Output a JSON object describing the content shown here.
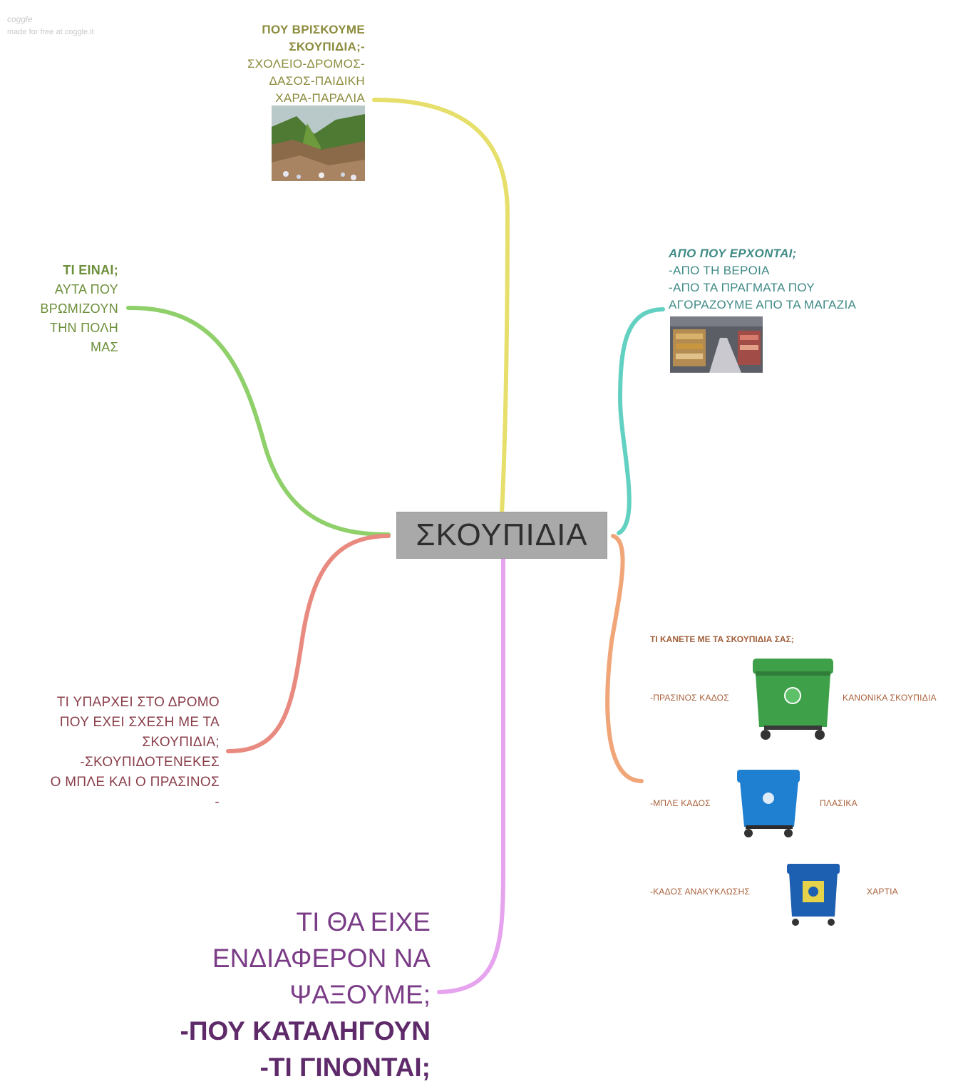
{
  "watermark": {
    "line1": "coggle",
    "line2": "made for free at coggle.it"
  },
  "center": {
    "label": "ΣΚΟΥΠΙΔΙΑ"
  },
  "colors": {
    "branch_top": "#e6df6b",
    "branch_left": "#8fd06a",
    "branch_right": "#62d1c2",
    "branch_lower_left": "#e98a80",
    "branch_lower_right": "#f0a679",
    "branch_bottom": "#e6a3ee"
  },
  "nodes": {
    "top": {
      "title": "ΠΟΥ ΒΡΙΣΚΟΥΜΕ ΣΚΟΥΠΙΔΙΑ;-",
      "lines": [
        "ΣΧΟΛΕΙΟ-ΔΡΟΜΟΣ-",
        "ΔΑΣΟΣ-ΠΑΙΔΙΚΗ",
        "ΧΑΡΑ-ΠΑΡΑΛΙΑ"
      ]
    },
    "left": {
      "title": "ΤΙ ΕΙΝΑΙ;",
      "lines": [
        "ΑΥΤΑ ΠΟΥ",
        "ΒΡΩΜΙΖΟΥΝ",
        "ΤΗΝ ΠΟΛΗ",
        "ΜΑΣ"
      ]
    },
    "right": {
      "title": "ΑΠΟ ΠΟΥ ΕΡΧΟΝΤΑΙ;",
      "lines": [
        "-ΑΠΟ ΤΗ ΒΕΡΟΙΑ",
        "-ΑΠΟ ΤΑ ΠΡΑΓΜΑΤΑ ΠΟΥ",
        "ΑΓΟΡΑΖΟΥΜΕ ΑΠΟ ΤΑ ΜΑΓΑΖΙΑ"
      ]
    },
    "lower_left": {
      "lines": [
        "ΤΙ ΥΠΑΡΧΕΙ ΣΤΟ ΔΡΟΜΟ",
        "ΠΟΥ ΕΧΕΙ ΣΧΕΣΗ ΜΕ ΤΑ",
        "ΣΚΟΥΠΙΔΙΑ;",
        "-ΣΚΟΥΠΙΔΟΤΕΝΕΚΕΣ",
        "Ο ΜΠΛΕ ΚΑΙ Ο ΠΡΑΣΙΝΟΣ",
        "-"
      ]
    },
    "lower_right": {
      "title": "ΤΙ ΚΑΝΕΤΕ ΜΕ ΤΑ ΣΚΟΥΠΙΔΙΑ ΣΑΣ;",
      "bins": [
        {
          "left": "-ΠΡΑΣΙΝΟΣ ΚΑΔΟΣ",
          "right": "ΚΑΝΟΝΙΚΑ ΣΚΟΥΠΙΔΙΑ",
          "icon": "green-bin-icon",
          "color": "#3fa04a"
        },
        {
          "left": "-ΜΠΛΕ ΚΑΔΟΣ",
          "right": "ΠΛΑΣΙΚΑ",
          "icon": "blue-bin-icon",
          "color": "#1f7fd0"
        },
        {
          "left": "-ΚΑΔΟΣ ΑΝΑΚΥΚΛΩΣΗΣ",
          "right": "ΧΑΡΤΙΑ",
          "icon": "recycling-bin-icon",
          "color": "#1d5fb0"
        }
      ]
    },
    "bottom": {
      "lines": [
        "ΤΙ ΘΑ ΕΙΧΕ",
        "ΕΝΔΙΑΦΕΡΟΝ ΝΑ",
        "ΨΑΞΟΥΜΕ;"
      ],
      "bold_lines": [
        "-ΠΟΥ ΚΑΤΑΛΗΓΟΥΝ",
        "-ΤΙ ΓΙΝΟΝΤΑΙ;"
      ]
    }
  }
}
